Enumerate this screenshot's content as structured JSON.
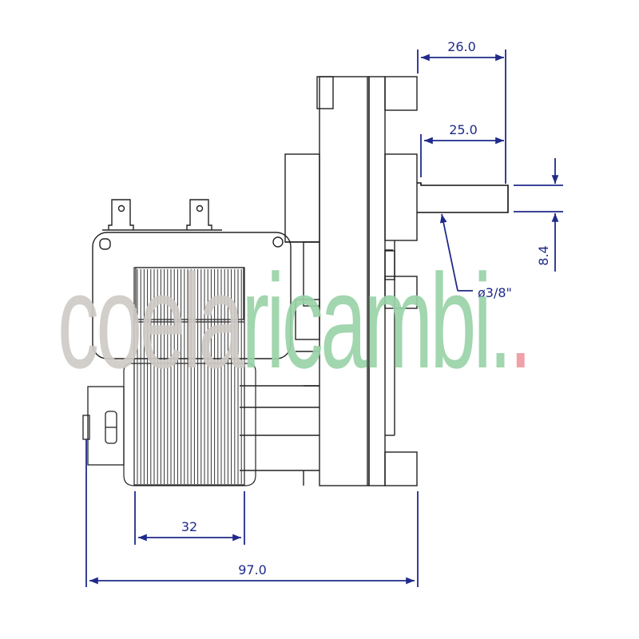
{
  "drawing": {
    "title": "Gear motor side view with dimensions",
    "line_color": "#222222",
    "dimension_color": "#1f2a8a"
  },
  "dimensions": {
    "shaft_length_total": "26.0",
    "shaft_length": "25.0",
    "shaft_height": "8.4",
    "shaft_diameter": "ø3/8\"",
    "coil_width": "32",
    "overall_width": "97.0"
  },
  "watermark": {
    "part1": "coel",
    "part2": "a",
    "part3": "ricambi",
    "dot1": ".",
    "dot2": ".",
    "grey": "#cfcac6",
    "green": "#9ad3a8",
    "red": "#ef9aa0"
  }
}
